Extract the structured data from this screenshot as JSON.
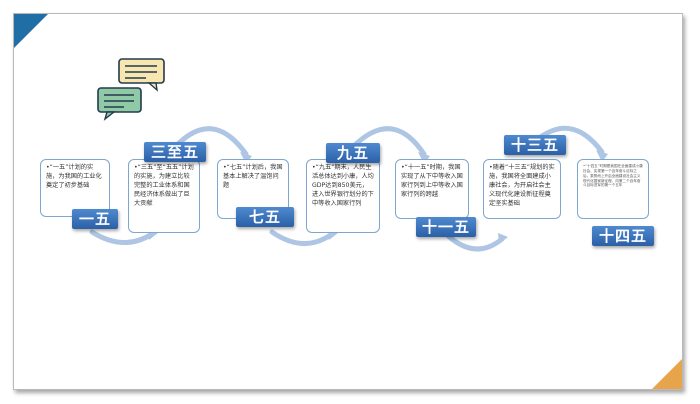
{
  "timeline": [
    {
      "label": "一五",
      "text": "•“一五”计划的实施，为我国的工业化奠定了初步基础"
    },
    {
      "label": "三至五",
      "text": "•“三五”至“五五”计划的实施，为建立比较完整的工业体系和国民经济体系做出了巨大贡献"
    },
    {
      "label": "七五",
      "text": "•“七五”计划后，我国基本上解决了温饱问题"
    },
    {
      "label": "九五",
      "text": "•“九五”期末，人民生活总体达到小康，人均GDP达到850美元，进入世界银行划分的下中等收入国家行列"
    },
    {
      "label": "十一五",
      "text": "•“十一五”时期，我国实现了从下中等收入国家行列到上中等收入国家行列的跨越"
    },
    {
      "label": "十三五",
      "text": "•随着“十三五”规划的实施，我国将全面建成小康社会，为开启社会主义现代化建设新征程奠定坚实基础"
    },
    {
      "label": "十四五",
      "text": "•“十四五”时期是我国在全面建成小康社会、实现第一个百年奋斗目标之后，乘势而上开启全面建设社会主义现代化国家新征程、向第二个百年奋斗目标进军的第一个五年"
    }
  ],
  "colors": {
    "accent": "#2b5fa6",
    "corner_top": "#1f6fa6",
    "corner_bottom": "#e8a44a"
  },
  "icons": [
    "chat-bubbles-icon"
  ]
}
